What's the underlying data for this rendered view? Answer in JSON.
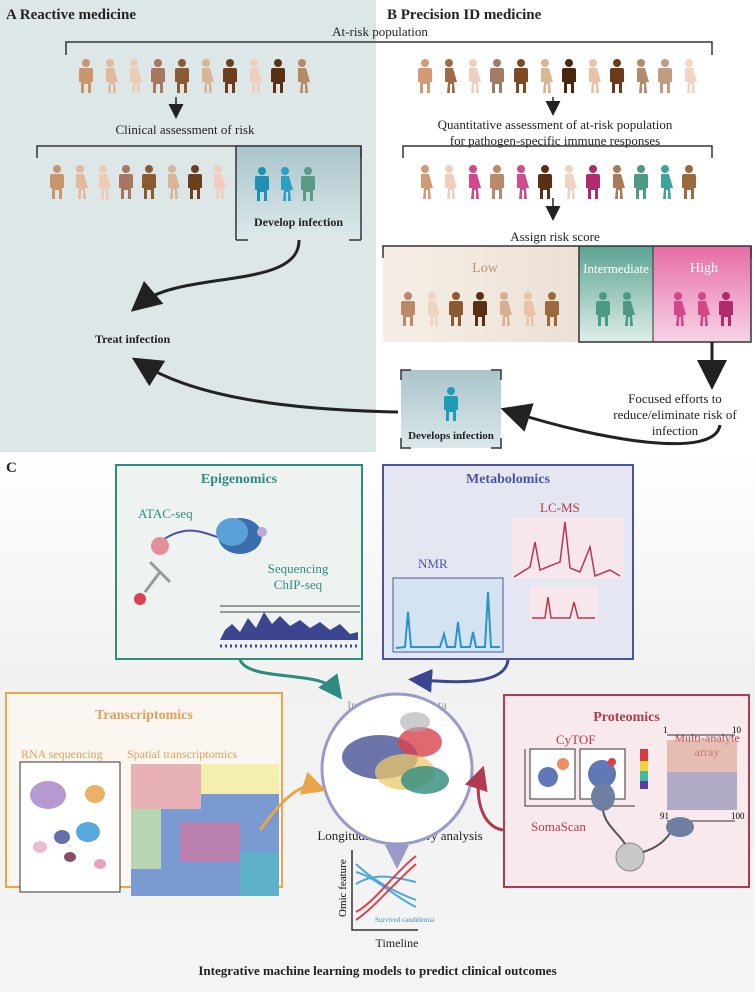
{
  "panel_a": {
    "letter": "A",
    "title": "Reactive medicine",
    "clinical": "Clinical assessment of risk",
    "develop": "Develop infection",
    "treat": "Treat infection"
  },
  "panel_b": {
    "letter": "B",
    "title": "Precision ID medicine",
    "at_risk": "At-risk population",
    "quant_line1": "Quantitative assessment of at-risk population",
    "quant_line2": "for pathogen-specific immune responses",
    "assign": "Assign risk score",
    "low": "Low",
    "intermediate": "Intermediate",
    "high": "High",
    "focused_line1": "Focused efforts to",
    "focused_line2": "reduce/eliminate risk of infection",
    "develops": "Develops infection"
  },
  "panel_c": {
    "letter": "C",
    "epigenomics": "Epigenomics",
    "atac": "ATAC-seq",
    "sequencing": "Sequencing",
    "chip": "ChIP-seq",
    "metabolomics": "Metabolomics",
    "lcms": "LC-MS",
    "nmr": "NMR",
    "transcriptomics": "Transcriptomics",
    "rnaseq": "RNA sequencing",
    "spatial": "Spatial transcriptomics",
    "proteomics": "Proteomics",
    "cytof": "CyTOF",
    "multianalyte_1": "Multi-analyte",
    "multianalyte_2": "array",
    "array_1": "1",
    "array_10": "10",
    "array_91": "91",
    "array_100": "100",
    "somascan": "SomaScan",
    "integrate": "Integrate - omic data",
    "longitudinal": "Longitudinal trajectory analysis",
    "omic_feature": "Omic feature",
    "timeline": "Timeline",
    "survived": "Survived candidemia",
    "footer": "Integrative machine learning models to predict clinical outcomes"
  },
  "colors": {
    "panel_a_bg": "#dde7e8",
    "epigenomics": "#2e8b7e",
    "metabolomics": "#4a55a0",
    "transcriptomics": "#e8a54a",
    "proteomics": "#b03a50",
    "low": "#c9a37c",
    "intermediate": "#4c9a86",
    "high": "#d5468b",
    "infection": "#1f9bb8"
  }
}
